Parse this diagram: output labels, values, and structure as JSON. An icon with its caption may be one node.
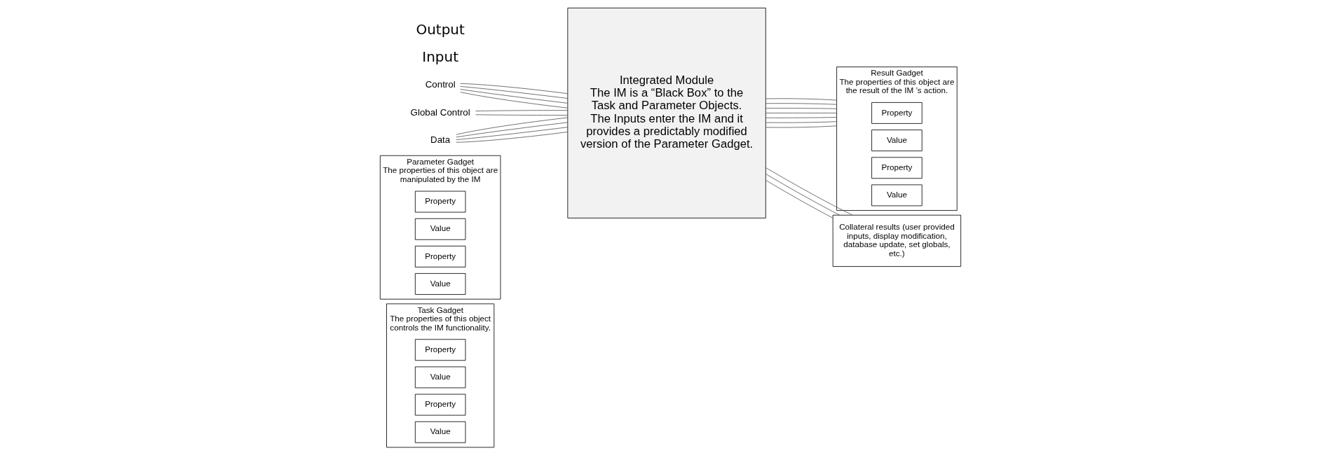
{
  "diagram": {
    "nodes": [
      {
        "text": [
          "Task Gadget",
          "The properties of this object controls the IM functionality."
        ]
      },
      {
        "text": [
          "Property"
        ],
        "in": 0
      },
      {
        "text": [
          "Value"
        ],
        "in": 0
      },
      {
        "text": [
          "Property"
        ],
        "in": 0
      },
      {
        "text": [
          "Value"
        ],
        "in": 0
      },
      {
        "text": [
          "Parameter Gadget",
          "The properties of this object are manipulated by the IM"
        ]
      },
      {
        "text": [
          "Property"
        ],
        "in": 5
      },
      {
        "text": [
          "Value"
        ],
        "in": 5
      },
      {
        "text": [
          "Property"
        ],
        "in": 5
      },
      {
        "text": [
          "Value"
        ],
        "in": 5
      },
      {
        "text": [
          "Control"
        ]
      },
      {
        "text": [
          "Global Control"
        ]
      },
      {
        "text": [
          "Data"
        ]
      },
      {
        "text": [
          "Integrated Module",
          "The IM is a “Black Box” to the Task and Parameter Objects.",
          "The Inputs enter the IM and it provides a predictably modified version of the Parameter Gadget."
        ]
      },
      {
        "text": [
          "Result Gadget",
          "The properties of this object are the result of the IM ’s action."
        ]
      },
      {
        "text": [
          "Property"
        ],
        "in": 14
      },
      {
        "text": [
          "Value"
        ],
        "in": 14
      },
      {
        "text": [
          "Property"
        ],
        "in": 14
      },
      {
        "text": [
          "Value"
        ],
        "in": 14
      },
      {
        "text": [
          "Collateral results (user provided inputs, display modification, database update, set globals, etc.)"
        ]
      }
    ],
    "edges": [
      {
        "from": 10,
        "to": 13,
        "arrow": "none"
      },
      {
        "from": 10,
        "to": 13,
        "arrow": "none"
      },
      {
        "from": 10,
        "to": 13,
        "arrow": "none"
      },
      {
        "from": 10,
        "to": 13,
        "arrow": "none"
      },
      {
        "from": 11,
        "to": 13,
        "arrow": "none"
      },
      {
        "from": 11,
        "to": 13,
        "arrow": "none"
      },
      {
        "from": 12,
        "to": 13,
        "arrow": "none"
      },
      {
        "from": 12,
        "to": 13,
        "arrow": "none"
      },
      {
        "from": 12,
        "to": 13,
        "arrow": "none"
      },
      {
        "from": 12,
        "to": 13,
        "arrow": "none"
      },
      {
        "from": 13,
        "to": 14,
        "arrow": "none"
      },
      {
        "from": 13,
        "to": 14,
        "arrow": "none"
      },
      {
        "from": 13,
        "to": 14,
        "arrow": "none"
      },
      {
        "from": 13,
        "to": 14,
        "arrow": "none"
      },
      {
        "from": 13,
        "to": 14,
        "arrow": "none"
      },
      {
        "from": 13,
        "to": 14,
        "arrow": "none"
      },
      {
        "from": 13,
        "to": 14,
        "arrow": "none"
      },
      {
        "from": 13,
        "to": 19,
        "arrow": "none"
      },
      {
        "from": 13,
        "to": 19,
        "arrow": "none"
      },
      {
        "from": 13,
        "to": 19,
        "arrow": "none"
      }
    ],
    "labels": [
      "Input",
      "Output"
    ]
  }
}
